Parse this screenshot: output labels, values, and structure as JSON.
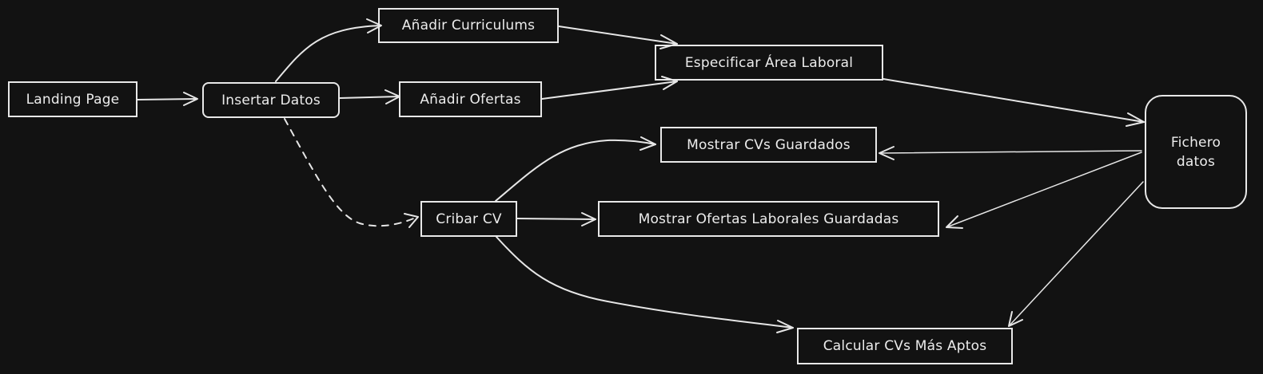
{
  "nodes": {
    "landing_page": "Landing Page",
    "insertar_datos": "Insertar Datos",
    "anadir_curriculums": "Añadir Curriculums",
    "anadir_ofertas": "Añadir Ofertas",
    "especificar_area": "Especificar Área Laboral",
    "fichero_datos": "Fichero datos",
    "mostrar_cvs": "Mostrar CVs Guardados",
    "cribar_cv": "Cribar CV",
    "mostrar_ofertas": "Mostrar Ofertas Laborales Guardadas",
    "calcular_cvs": "Calcular CVs Más Aptos"
  },
  "colors": {
    "background": "#121212",
    "stroke": "#e6e6e6",
    "text": "#ececec"
  }
}
